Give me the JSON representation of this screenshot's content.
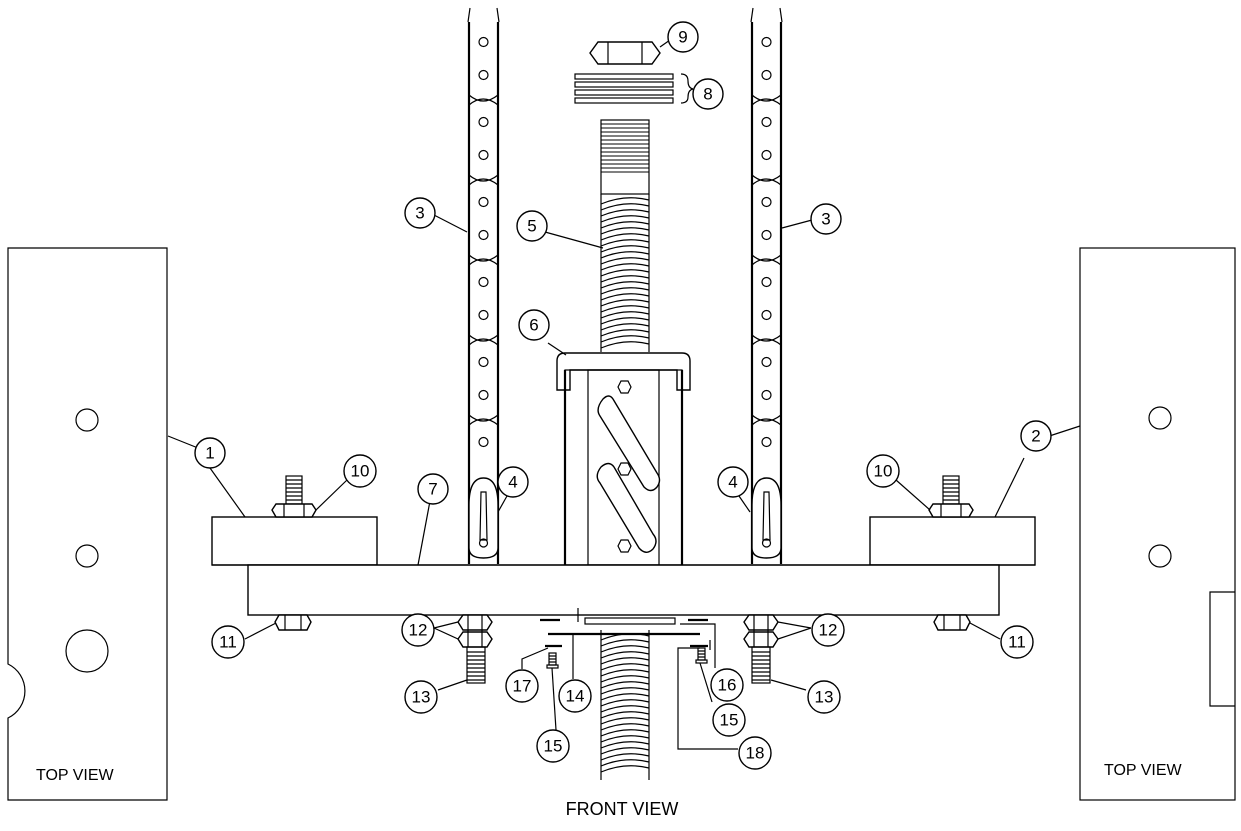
{
  "captions": {
    "top_view_left": "TOP VIEW",
    "top_view_right": "TOP VIEW",
    "front_view": "FRONT VIEW"
  },
  "callouts": {
    "c1": "1",
    "c2": "2",
    "c3a": "3",
    "c3b": "3",
    "c4a": "4",
    "c4b": "4",
    "c5": "5",
    "c6": "6",
    "c7": "7",
    "c8": "8",
    "c9": "9",
    "c10a": "10",
    "c10b": "10",
    "c11a": "11",
    "c11b": "11",
    "c12a": "12",
    "c12b": "12",
    "c13a": "13",
    "c13b": "13",
    "c14": "14",
    "c15a": "15",
    "c15b": "15",
    "c16": "16",
    "c17": "17",
    "c18": "18"
  }
}
